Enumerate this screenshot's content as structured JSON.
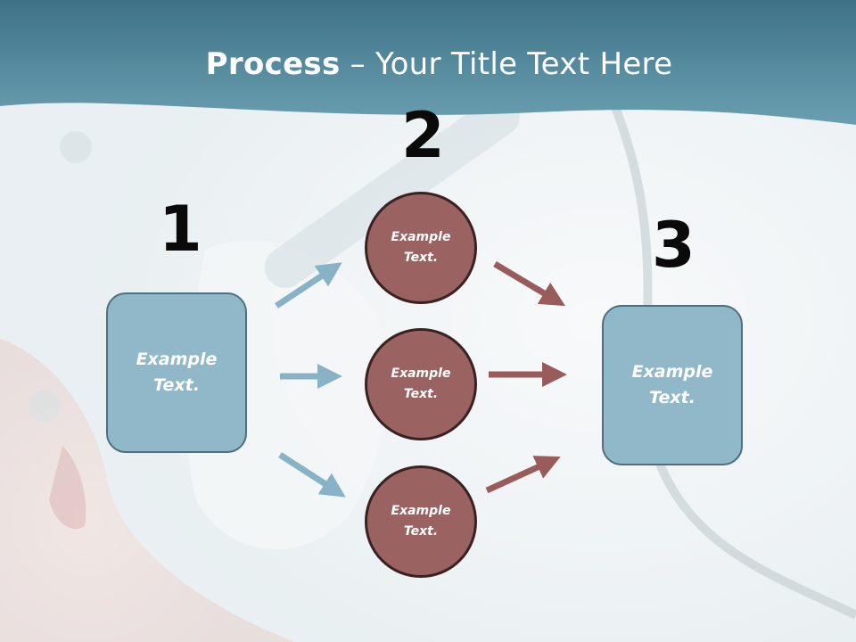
{
  "title": {
    "bold": "Process",
    "rest": " – Your Title Text Here"
  },
  "steps": [
    {
      "number": "1",
      "text_line1": "Example",
      "text_line2": "Text."
    },
    {
      "number": "2",
      "text_line1": "Example",
      "text_line2": "Text."
    },
    {
      "number": "3",
      "text_line1": "Example",
      "text_line2": "Text."
    }
  ],
  "circles": [
    {
      "line1": "Example",
      "line2": "Text."
    },
    {
      "line1": "Example",
      "line2": "Text."
    },
    {
      "line1": "Example",
      "line2": "Text."
    }
  ],
  "colors": {
    "header_band": "#4f879a",
    "left_arrows": "#88b3c6",
    "right_arrows": "#9a5c5a",
    "box_fill": "#91b8c9",
    "circle_fill": "#9a6362"
  }
}
